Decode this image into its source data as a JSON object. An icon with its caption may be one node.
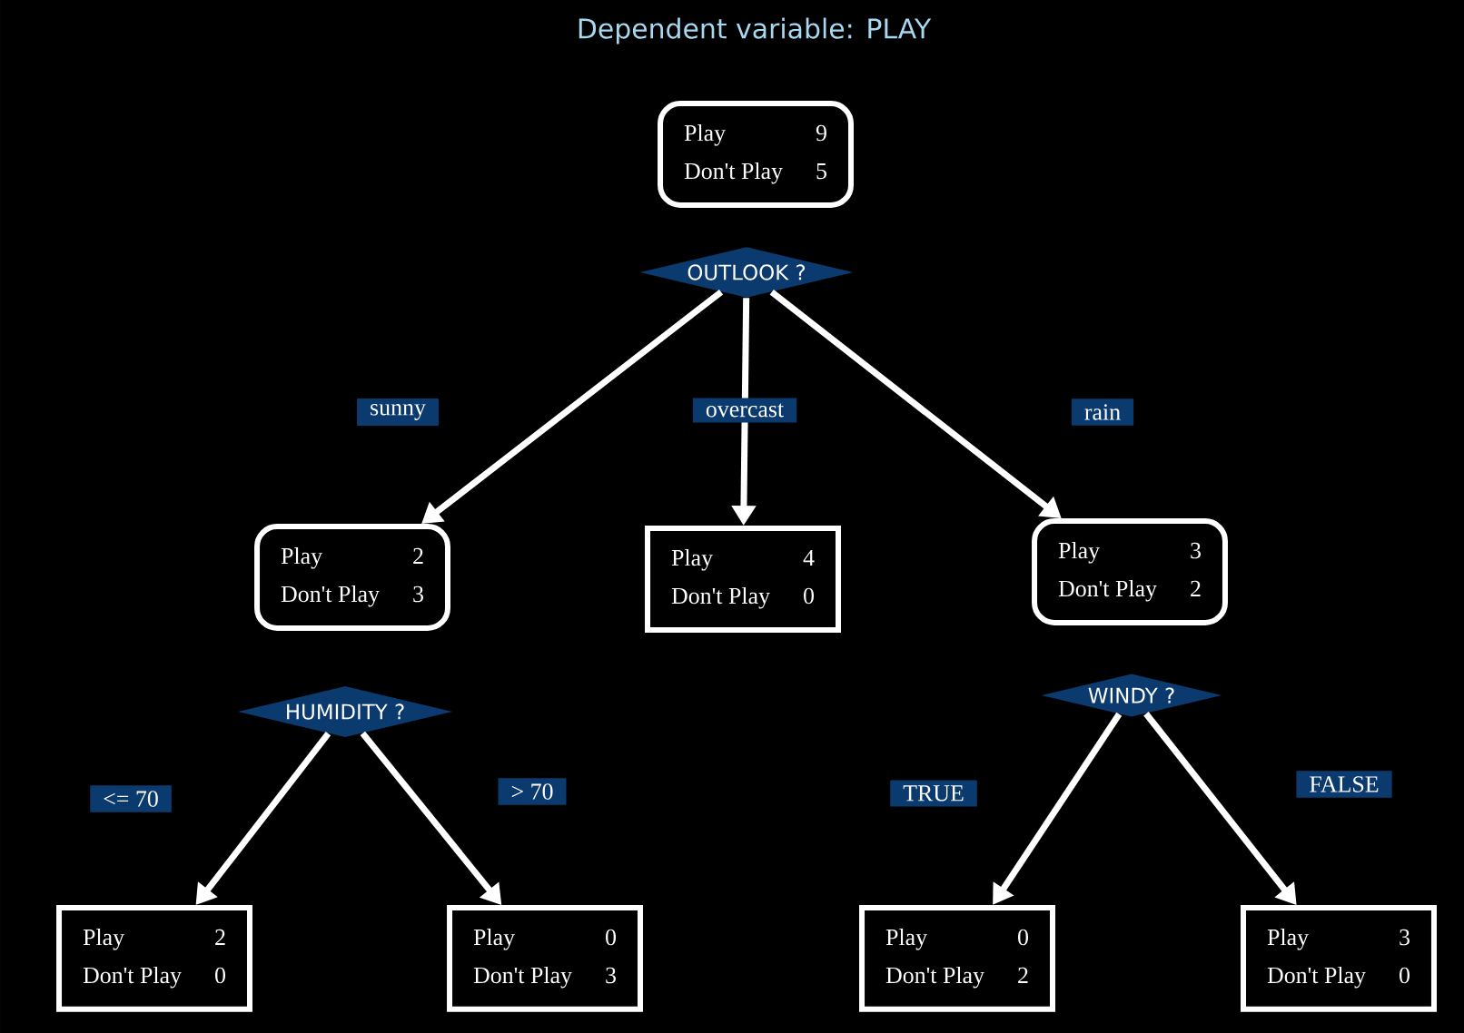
{
  "diagram": {
    "title": "Dependent variable: PLAY",
    "nodes": [
      {
        "text": [
          "Play",
          "9",
          "Don't Play",
          "5"
        ]
      },
      {
        "text": [
          "OUTLOOK ?"
        ]
      },
      {
        "text": [
          "Play",
          "2",
          "Don't Play",
          "3"
        ]
      },
      {
        "text": [
          "Play",
          "4",
          "Don't Play",
          "0"
        ]
      },
      {
        "text": [
          "Play",
          "3",
          "Don't Play",
          "2"
        ]
      },
      {
        "text": [
          "HUMIDITY ?"
        ]
      },
      {
        "text": [
          "WINDY ?"
        ]
      },
      {
        "text": [
          "Play",
          "2",
          "Don't Play",
          "0"
        ]
      },
      {
        "text": [
          "Play",
          "0",
          "Don't Play",
          "3"
        ]
      },
      {
        "text": [
          "Play",
          "0",
          "Don't Play",
          "2"
        ]
      },
      {
        "text": [
          "Play",
          "3",
          "Don't Play",
          "0"
        ]
      }
    ],
    "edges": [
      {
        "from": 1,
        "to": 2,
        "arrow": "to",
        "label": "sunny"
      },
      {
        "from": 1,
        "to": 3,
        "arrow": "to",
        "label": "overcast"
      },
      {
        "from": 1,
        "to": 4,
        "arrow": "to",
        "label": "rain"
      },
      {
        "from": 5,
        "to": 7,
        "arrow": "to",
        "label": "<= 70"
      },
      {
        "from": 5,
        "to": 8,
        "arrow": "to",
        "label": "> 70"
      },
      {
        "from": 6,
        "to": 9,
        "arrow": "to",
        "label": "TRUE"
      },
      {
        "from": 6,
        "to": 10,
        "arrow": "to",
        "label": "FALSE"
      }
    ]
  }
}
